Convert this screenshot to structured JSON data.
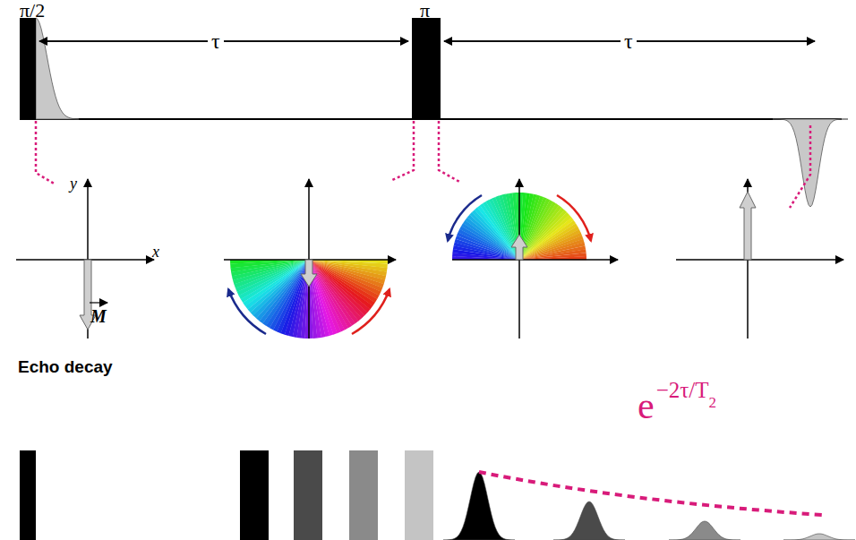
{
  "diagram": {
    "labels": [
      "π/2",
      "π",
      "τ",
      "τ",
      "y",
      "x",
      "M",
      "Echo decay",
      "e",
      "−2τ/T",
      "2"
    ]
  }
}
